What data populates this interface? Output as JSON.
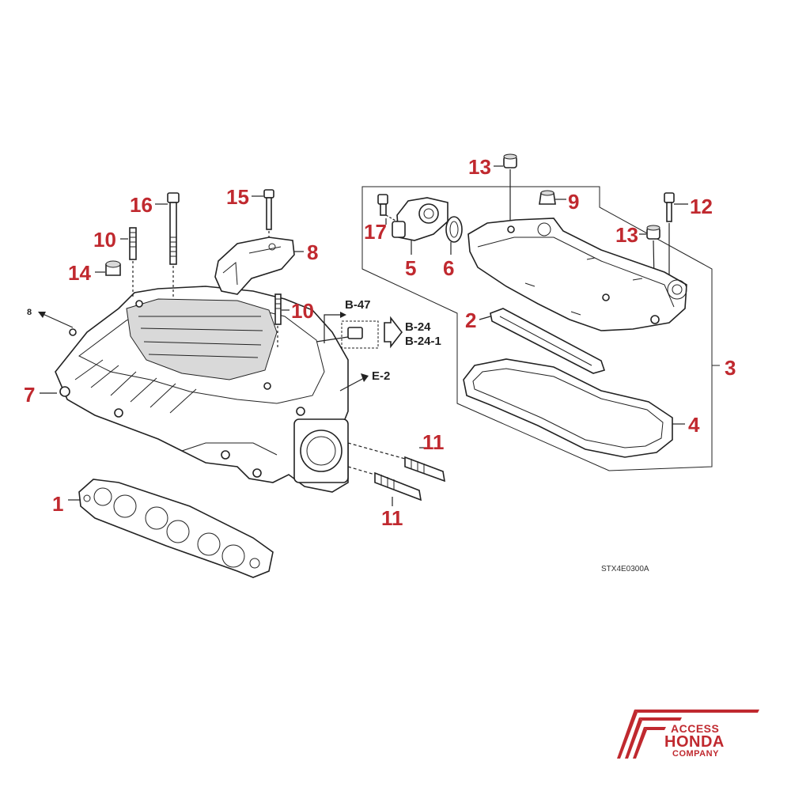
{
  "callouts": {
    "c1": "1",
    "c2": "2",
    "c3": "3",
    "c4": "4",
    "c5": "5",
    "c6": "6",
    "c7": "7",
    "c8": "8",
    "c9": "9",
    "c10a": "10",
    "c10b": "10",
    "c11a": "11",
    "c11b": "11",
    "c12": "12",
    "c13a": "13",
    "c13b": "13",
    "c14": "14",
    "c15": "15",
    "c16": "16",
    "c17": "17"
  },
  "refs": {
    "r8": "8",
    "b47": "B-47",
    "b24": "B-24",
    "b241": "B-24-1",
    "e2": "E-2"
  },
  "diagram_code": "STX4E0300A",
  "logo": {
    "line1": "ACCESS",
    "line2": "HONDA",
    "line3": "COMPANY",
    "color": "#c0292f"
  }
}
